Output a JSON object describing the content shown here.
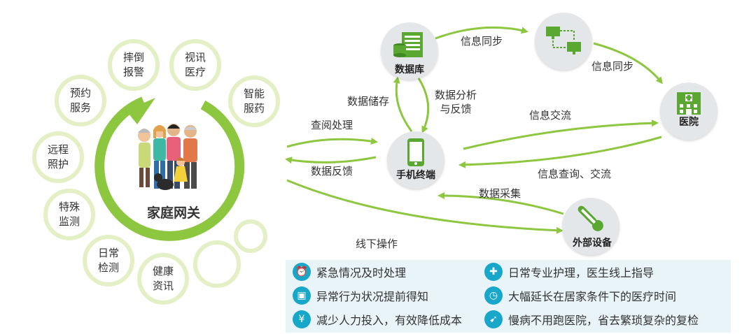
{
  "colors": {
    "arrow_green": "#8dc63f",
    "bubble_ring": "#e3efc4",
    "node_bg": "#e4e7e9",
    "icon_green": "#5aa832",
    "benefit_bg": "#e9f4f8",
    "benefit_icon": "#18a7c9"
  },
  "hub": {
    "label": "家庭网关"
  },
  "services": [
    {
      "label": "摔倒报警"
    },
    {
      "label": "视讯医疗"
    },
    {
      "label": "智能服药"
    },
    {
      "label": "预约服务"
    },
    {
      "label": "远程照护"
    },
    {
      "label": "特殊监测"
    },
    {
      "label": "日常检测"
    },
    {
      "label": "健康资讯"
    }
  ],
  "nodes": {
    "database": {
      "label": "数据库",
      "icon": "server-icon"
    },
    "network": {
      "label": "",
      "icon": "network-icon"
    },
    "hospital": {
      "label": "医院",
      "icon": "hospital-icon"
    },
    "phone": {
      "label": "手机终端",
      "icon": "phone-icon"
    },
    "device": {
      "label": "外部设备",
      "icon": "thermometer-icon"
    }
  },
  "edges": {
    "sync1": "信息同步",
    "sync2": "信息同步",
    "storage": "数据储存",
    "analysis": "数据分析与反馈",
    "query": "查阅处理",
    "feedback": "数据反馈",
    "exchange": "信息交流",
    "query_exchange": "信息查询、交流",
    "collect": "数据采集",
    "offline": "线下操作"
  },
  "benefits": [
    {
      "text": "紧急情况及时处理",
      "icon": "alarm-icon"
    },
    {
      "text": "日常专业护理，医生线上指导",
      "icon": "care-icon"
    },
    {
      "text": "异常行为状况提前得知",
      "icon": "monitor-icon"
    },
    {
      "text": "大幅延长在居家条件下的医疗时间",
      "icon": "clock-icon"
    },
    {
      "text": "减少人力投入，有效降低成本",
      "icon": "yuan-icon"
    },
    {
      "text": "慢病不用跑医院，省去繁琐复杂的复检",
      "icon": "running-icon"
    }
  ]
}
